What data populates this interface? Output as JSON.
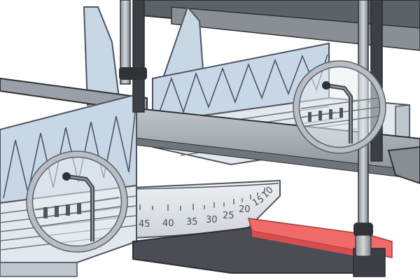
{
  "protractor": {
    "scale_labels": [
      "45",
      "40",
      "35",
      "30",
      "25",
      "20",
      "15",
      "10"
    ]
  },
  "colors": {
    "fence": "#c8d7e6",
    "fence_edge": "#4d5560",
    "blade": "#9aa0a8",
    "protractor": "#dde1e6",
    "pointer": "#f06a6a",
    "frame_dark": "#3c4046",
    "magnifier_ring": "#b9bec4"
  },
  "callouts": [
    "magnifier-left",
    "magnifier-right"
  ]
}
